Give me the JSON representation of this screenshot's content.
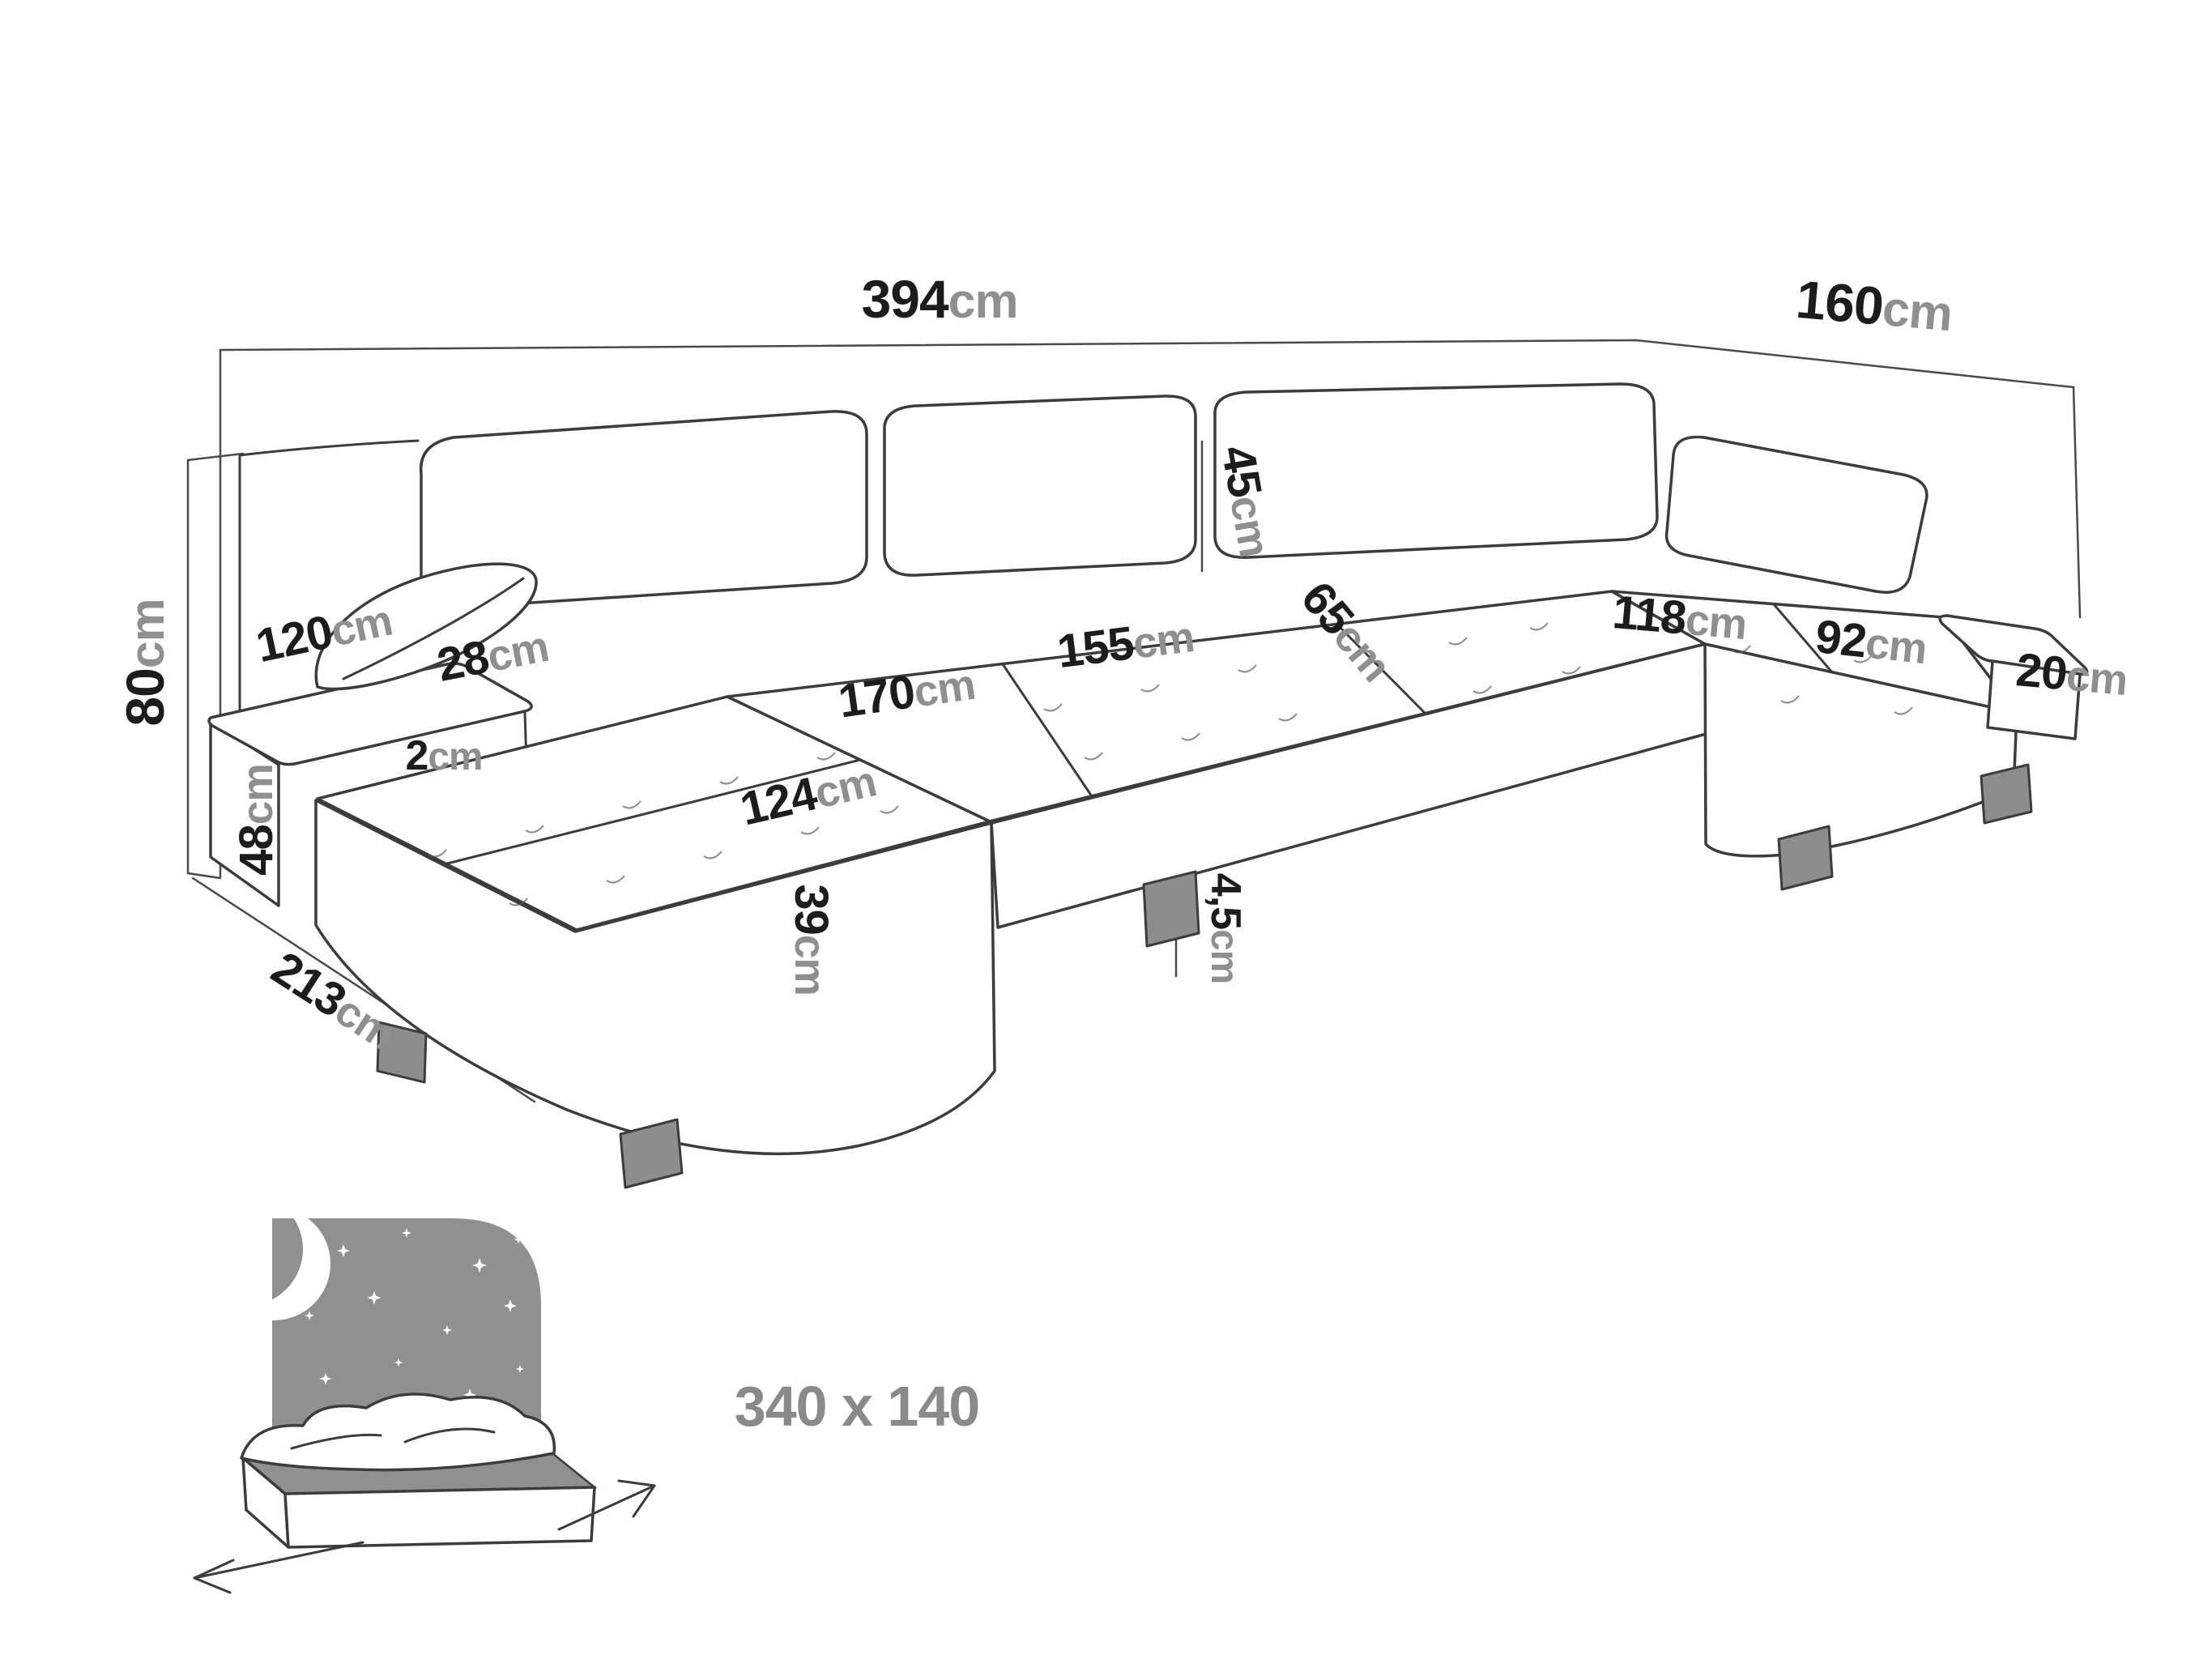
{
  "diagram": {
    "type": "sofa-dimension-diagram",
    "colors": {
      "line": "#3c3c3c",
      "frame_line": "#4a4a4a",
      "number": "#1c1c1c",
      "unit": "#8f8f8f",
      "icon_gray": "#909090",
      "bed_label": "#8a8a8a"
    },
    "dimensions": {
      "total_width": {
        "value": "394",
        "unit": "cm"
      },
      "right_depth": {
        "value": "160",
        "unit": "cm"
      },
      "height": {
        "value": "80",
        "unit": "cm"
      },
      "left_arm_depth": {
        "value": "120",
        "unit": "cm"
      },
      "arm_height": {
        "value": "48",
        "unit": "cm"
      },
      "arm_width": {
        "value": "28",
        "unit": "cm"
      },
      "arm_gap": {
        "value": "2",
        "unit": "cm"
      },
      "left_depth": {
        "value": "213",
        "unit": "cm"
      },
      "chaise_seat_width": {
        "value": "124",
        "unit": "cm"
      },
      "seat_height": {
        "value": "39",
        "unit": "cm"
      },
      "left_seat_depth": {
        "value": "170",
        "unit": "cm"
      },
      "middle_seat_width": {
        "value": "155",
        "unit": "cm"
      },
      "middle_seat_depth": {
        "value": "65",
        "unit": "cm"
      },
      "backrest_height": {
        "value": "45",
        "unit": "cm"
      },
      "leg_height": {
        "value": "4,5",
        "unit": "cm"
      },
      "right_seat_width": {
        "value": "118",
        "unit": "cm"
      },
      "right_chaise_width": {
        "value": "92",
        "unit": "cm"
      },
      "right_arm_width": {
        "value": "20",
        "unit": "cm"
      }
    },
    "sleeping_area": {
      "size_label": "340 x 140"
    },
    "icons": {
      "sleep_function": "bed-with-starry-headboard-moon"
    }
  }
}
